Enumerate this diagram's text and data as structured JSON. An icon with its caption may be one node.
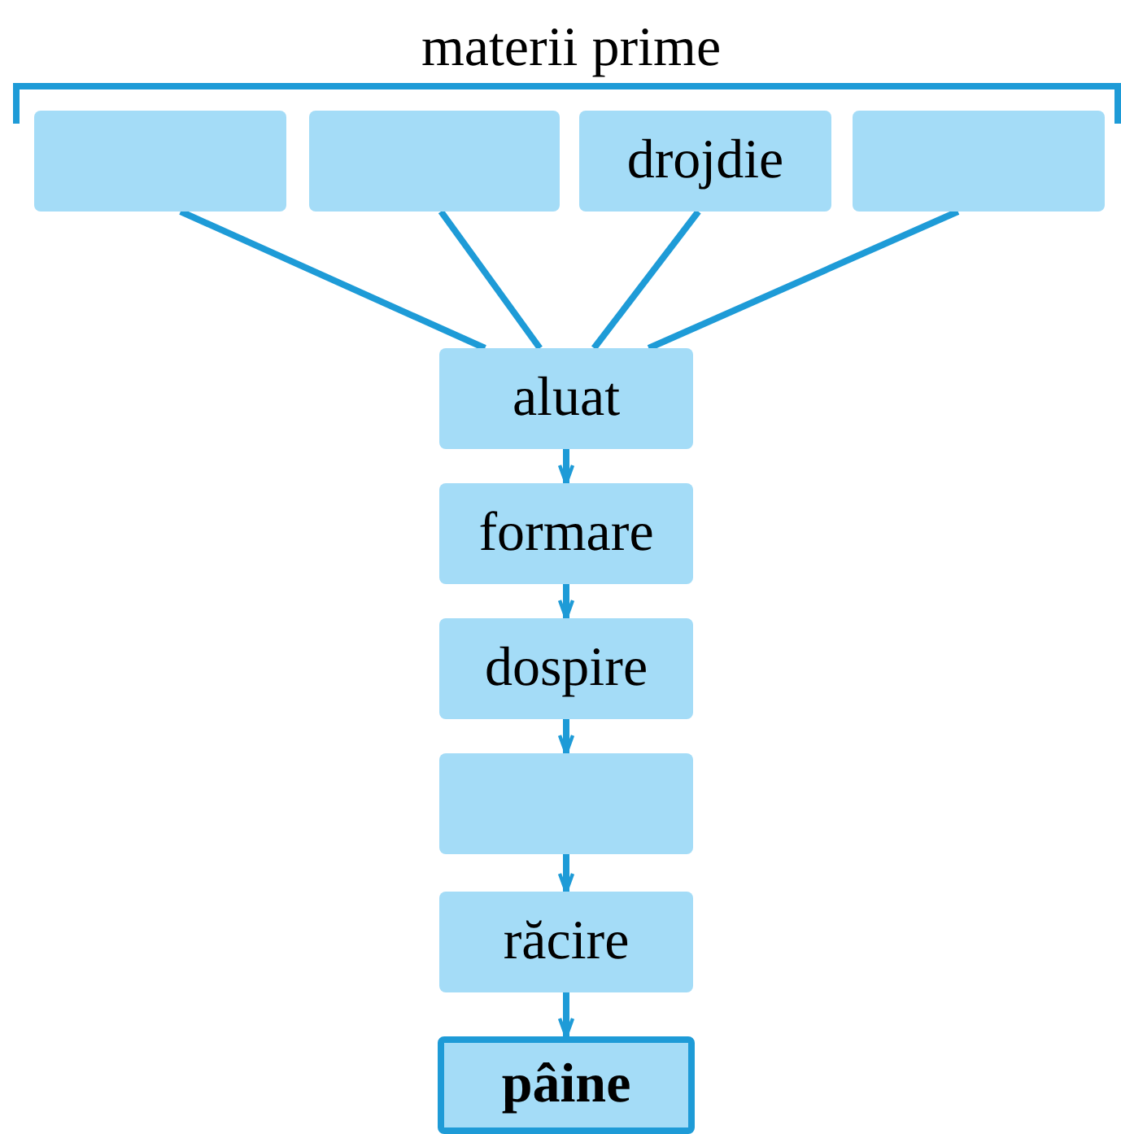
{
  "diagram": {
    "nodes": [
      {
        "text": [],
        "shape": "box"
      },
      {
        "text": [],
        "shape": "box"
      },
      {
        "text": [
          "drojdie"
        ]
      },
      {
        "text": [],
        "shape": "box"
      },
      {
        "text": [
          "aluat"
        ]
      },
      {
        "text": [
          "formare"
        ]
      },
      {
        "text": [
          "dospire"
        ]
      },
      {
        "text": [],
        "shape": "box"
      },
      {
        "text": [
          "răcire"
        ]
      },
      {
        "text": [
          "pâine"
        ]
      }
    ],
    "edges": [
      {
        "from": 0,
        "to": 4,
        "arrow": "none"
      },
      {
        "from": 1,
        "to": 4,
        "arrow": "none"
      },
      {
        "from": 2,
        "to": 4,
        "arrow": "none"
      },
      {
        "from": 3,
        "to": 4,
        "arrow": "none"
      },
      {
        "from": 4,
        "to": 5,
        "arrow": "to"
      },
      {
        "from": 5,
        "to": 6,
        "arrow": "to"
      },
      {
        "from": 6,
        "to": 7,
        "arrow": "to"
      },
      {
        "from": 7,
        "to": 8,
        "arrow": "to"
      },
      {
        "from": 8,
        "to": 9,
        "arrow": "to"
      }
    ],
    "labels": [
      "materii prime"
    ]
  }
}
